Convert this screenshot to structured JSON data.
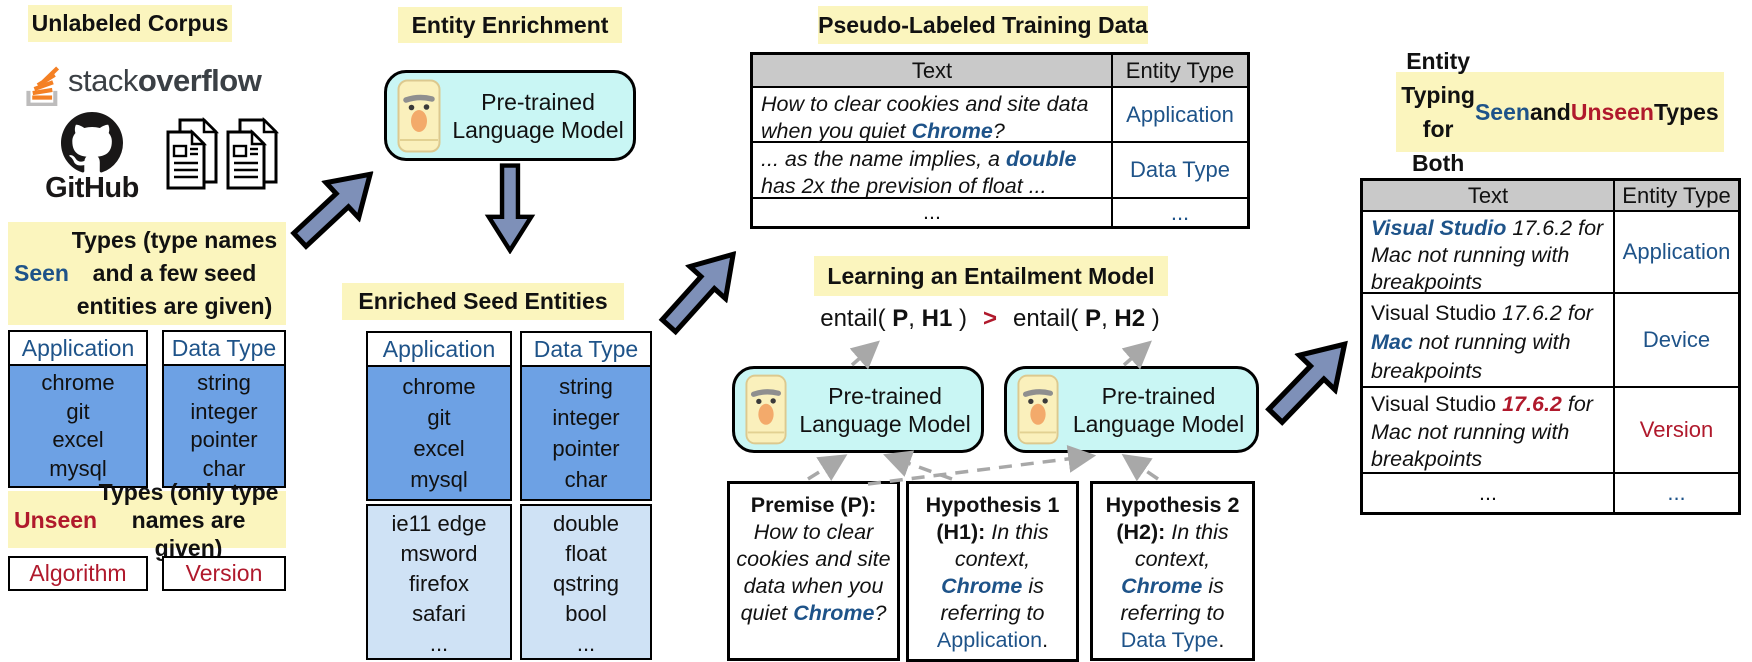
{
  "colors": {
    "highlight_yellow": "#FBF5BE",
    "entity_blue": "#1E5389",
    "entity_red": "#B0192C",
    "table_blue": "#6DA1E4",
    "table_blue_light": "#CFE2F5",
    "model_cyan": "#C9F6F4",
    "header_gray": "#C9C9C9",
    "arrow_slate": "#7E90B8",
    "arrow_gray": "#A8A8A8",
    "stackoverflow_orange": "#F48024"
  },
  "corpus": {
    "title": "Unlabeled Corpus",
    "stackoverflow_regular": "stack",
    "stackoverflow_bold": "overflow",
    "github_label": "GitHub"
  },
  "plm_label": "Pre-trained Language Model",
  "seen": {
    "title_parts": [
      {
        "t": "Seen",
        "s": "blue"
      },
      {
        "t": " Types (type names and a few seed entities are given)"
      }
    ],
    "tables": [
      {
        "header": "Application",
        "items": [
          "chrome",
          "git",
          "excel",
          "mysql"
        ]
      },
      {
        "header": "Data Type",
        "items": [
          "string",
          "integer",
          "pointer",
          "char"
        ]
      }
    ]
  },
  "unseen": {
    "title_parts": [
      {
        "t": "Unseen",
        "s": "red"
      },
      {
        "t": " Types (only type names are given)"
      }
    ],
    "types": [
      "Algorithm",
      "Version"
    ]
  },
  "enrichment": {
    "title": "Entity Enrichment"
  },
  "enriched": {
    "title": "Enriched Seed Entities",
    "tables": [
      {
        "header": "Application",
        "seed": [
          "chrome",
          "git",
          "excel",
          "mysql"
        ],
        "extra": [
          "ie11 edge",
          "msword",
          "firefox",
          "safari",
          "..."
        ]
      },
      {
        "header": "Data Type",
        "seed": [
          "string",
          "integer",
          "pointer",
          "char"
        ],
        "extra": [
          "double",
          "float",
          "qstring",
          "bool",
          "..."
        ]
      }
    ]
  },
  "pseudo": {
    "title": "Pseudo-Labeled Training Data",
    "col_text": "Text",
    "col_type": "Entity Type",
    "rows": [
      {
        "text_parts": [
          {
            "t": "How to clear cookies and site data when you quiet ",
            "s": "i"
          },
          {
            "t": "Chrome",
            "s": "entb"
          },
          {
            "t": "?",
            "s": "i"
          }
        ],
        "type_parts": [
          {
            "t": "Application",
            "s": "blue"
          }
        ]
      },
      {
        "text_parts": [
          {
            "t": "... as the name implies, a ",
            "s": "i"
          },
          {
            "t": "double",
            "s": "entb"
          },
          {
            "t": " has 2x the prevision of float ...",
            "s": "i"
          }
        ],
        "type_parts": [
          {
            "t": "Data Type",
            "s": "blue"
          }
        ]
      },
      {
        "text_parts": [
          {
            "t": "..."
          }
        ],
        "type_parts": [
          {
            "t": "...",
            "s": "blue"
          }
        ]
      }
    ]
  },
  "entailment": {
    "title": "Learning an Entailment Model",
    "left_parts": [
      {
        "t": "entail( "
      },
      {
        "t": "P",
        "s": "b"
      },
      {
        "t": ", "
      },
      {
        "t": "H1",
        "s": "b"
      },
      {
        "t": " )"
      }
    ],
    "gt": ">",
    "right_parts": [
      {
        "t": "entail( "
      },
      {
        "t": "P",
        "s": "b"
      },
      {
        "t": ", "
      },
      {
        "t": "H2",
        "s": "b"
      },
      {
        "t": " )"
      }
    ],
    "premise_parts": [
      {
        "t": "Premise (P):",
        "s": "b"
      },
      {
        "t": " "
      },
      {
        "t": "How to clear cookies and site data when you quiet ",
        "s": "i"
      },
      {
        "t": "Chrome",
        "s": "entb"
      },
      {
        "t": "?",
        "s": "i"
      }
    ],
    "h1_parts": [
      {
        "t": "Hypothesis 1 (H1): ",
        "s": "b"
      },
      {
        "t": "In this context, ",
        "s": "i"
      },
      {
        "t": "Chrome",
        "s": "entb"
      },
      {
        "t": " is referring to ",
        "s": "i"
      },
      {
        "t": "Application",
        "s": "blue"
      },
      {
        "t": "."
      }
    ],
    "h2_parts": [
      {
        "t": "Hypothesis 2 (H2): ",
        "s": "b"
      },
      {
        "t": "In this context, ",
        "s": "i"
      },
      {
        "t": "Chrome",
        "s": "entb"
      },
      {
        "t": " is referring to ",
        "s": "i"
      },
      {
        "t": "Data Type",
        "s": "blue"
      },
      {
        "t": "."
      }
    ]
  },
  "typing": {
    "title_parts": [
      {
        "t": "Entity Typing for Both "
      },
      {
        "t": "Seen",
        "s": "blue"
      },
      {
        "t": " and "
      },
      {
        "t": "Unseen",
        "s": "red"
      },
      {
        "t": " Types"
      }
    ],
    "col_text": "Text",
    "col_type": "Entity Type",
    "rows": [
      {
        "text_parts": [
          {
            "t": "Visual Studio",
            "s": "entb"
          },
          {
            "t": " 17.6.2 for Mac not running with breakpoints",
            "s": "i"
          }
        ],
        "type_parts": [
          {
            "t": "Application",
            "s": "blue"
          }
        ]
      },
      {
        "text_parts": [
          {
            "t": "Visual Studio "
          },
          {
            "t": "17.6.2 for ",
            "s": "i"
          },
          {
            "t": "Mac",
            "s": "entb"
          },
          {
            "t": " not running with breakpoints",
            "s": "i"
          }
        ],
        "type_parts": [
          {
            "t": "Device",
            "s": "blue"
          }
        ]
      },
      {
        "text_parts": [
          {
            "t": "Visual Studio "
          },
          {
            "t": "17.6.2",
            "s": "entr"
          },
          {
            "t": " for Mac not running with breakpoints",
            "s": "i"
          }
        ],
        "type_parts": [
          {
            "t": "Version",
            "s": "red"
          }
        ]
      },
      {
        "text_parts": [
          {
            "t": "..."
          }
        ],
        "type_parts": [
          {
            "t": "...",
            "s": "blue"
          }
        ]
      }
    ]
  }
}
